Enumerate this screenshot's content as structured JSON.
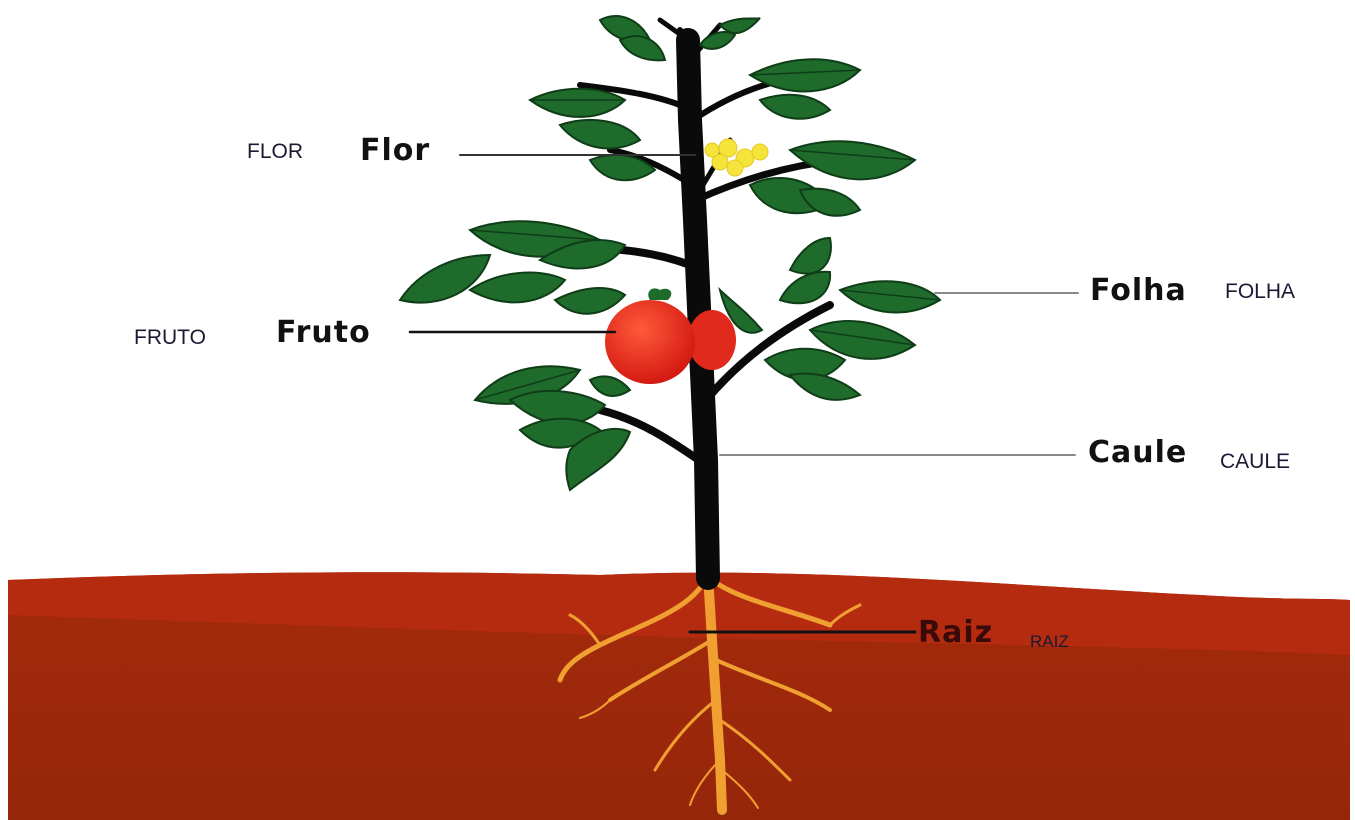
{
  "labels": {
    "flor": {
      "hand": "Flor",
      "print": "FLOR"
    },
    "fruto": {
      "hand": "Fruto",
      "print": "FRUTO"
    },
    "folha": {
      "hand": "Folha",
      "print": "FOLHA"
    },
    "caule": {
      "hand": "Caule",
      "print": "CAULE"
    },
    "raiz": {
      "hand": "Raiz",
      "print": "RAIZ"
    }
  },
  "colors": {
    "leaf": "#1f6b2c",
    "leaf_dark": "#0f3d17",
    "stem": "#0a0a0a",
    "fruit": "#e8241c",
    "flower": "#f5e43a",
    "soil": "#9e2a0c",
    "soil_top": "#b52b10",
    "root": "#f0a030"
  }
}
